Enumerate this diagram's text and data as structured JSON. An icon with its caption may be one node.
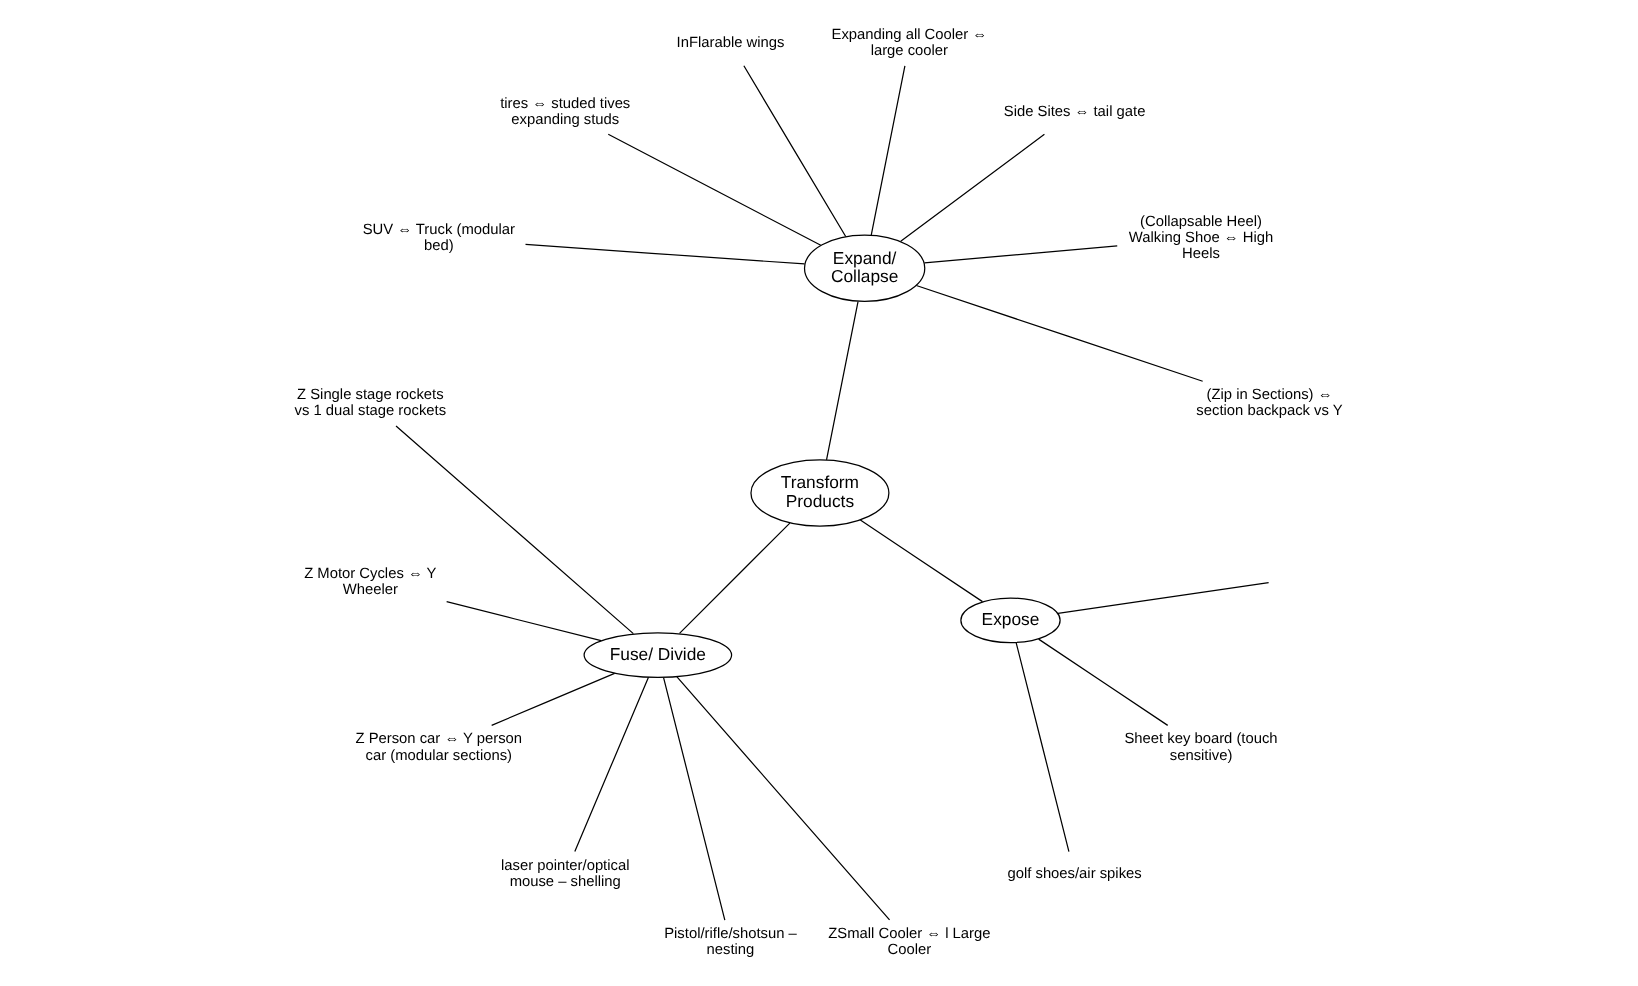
{
  "diagram": {
    "nodes": [
      {
        "text": [
          "Transform Products"
        ]
      },
      {
        "text": [
          "Expand/ Collapse"
        ]
      },
      {
        "text": [
          "Fuse/ Divide"
        ]
      },
      {
        "text": [
          "Expose"
        ]
      },
      {
        "text": [
          "(Zip in Sections) ⇔ section backpack vs Y"
        ]
      },
      {
        "text": [
          "(Collapsable Heel) Walking Shoe ⇔ High Heels"
        ]
      },
      {
        "text": [
          "Side Sites ⇔ tail gate"
        ]
      },
      {
        "text": [
          "Expanding all Cooler ⇔ large cooler"
        ]
      },
      {
        "text": [
          "InFlarable wings"
        ]
      },
      {
        "text": [
          "tires ⇔ studed tives expanding studs"
        ]
      },
      {
        "text": [
          "SUV ⇔ Truck (modular bed)"
        ]
      },
      {
        "text": [
          "Z Single stage rockets vs 1 dual stage rockets"
        ]
      },
      {
        "text": [
          "Z Motor Cycles ⇔ Y Wheeler"
        ]
      },
      {
        "text": [
          "Z Person car ⇔ Y person car (modular sections)"
        ]
      },
      {
        "text": [
          "laser pointer/optical mouse – shelling"
        ]
      },
      {
        "text": [
          "Pistol/rifle/shotsun – nesting"
        ]
      },
      {
        "text": [
          "ZSmall Cooler ⇔ l Large Cooler"
        ]
      },
      {
        "text": [
          "golf shoes/air spikes"
        ]
      },
      {
        "text": [
          "Sheet key board (touch sensitive)"
        ]
      }
    ],
    "edges": [
      {
        "from": 0,
        "to": 1,
        "arrow": "none"
      },
      {
        "from": 0,
        "to": 2,
        "arrow": "none"
      },
      {
        "from": 0,
        "to": 3,
        "arrow": "none"
      },
      {
        "from": 1,
        "to": 4,
        "arrow": "none"
      },
      {
        "from": 1,
        "to": 5,
        "arrow": "none"
      },
      {
        "from": 1,
        "to": 6,
        "arrow": "none"
      },
      {
        "from": 1,
        "to": 7,
        "arrow": "none"
      },
      {
        "from": 1,
        "to": 8,
        "arrow": "none"
      },
      {
        "from": 1,
        "to": 9,
        "arrow": "none"
      },
      {
        "from": 1,
        "to": 10,
        "arrow": "none"
      },
      {
        "from": 2,
        "to": 11,
        "arrow": "none"
      },
      {
        "from": 2,
        "to": 12,
        "arrow": "none"
      },
      {
        "from": 2,
        "to": 13,
        "arrow": "none"
      },
      {
        "from": 2,
        "to": 14,
        "arrow": "none"
      },
      {
        "from": 2,
        "to": 15,
        "arrow": "none"
      },
      {
        "from": 2,
        "to": 16,
        "arrow": "none"
      },
      {
        "from": 3,
        "to": null,
        "arrow": "none"
      },
      {
        "from": 3,
        "to": 17,
        "arrow": "none"
      },
      {
        "from": 3,
        "to": 18,
        "arrow": "none"
      }
    ]
  }
}
